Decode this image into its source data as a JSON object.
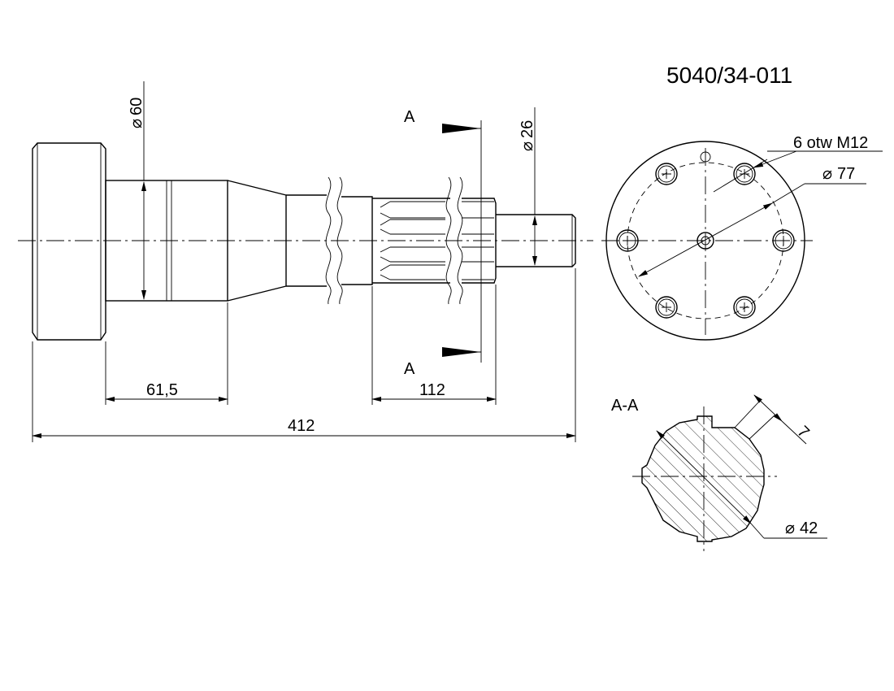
{
  "part_number": "5040/34-011",
  "dimensions": {
    "total_length": "412",
    "segment_a": "61,5",
    "segment_b": "112",
    "diameter_collar": "60",
    "diameter_tip": "26",
    "diameter_bolt_circle": "77",
    "diameter_spline": "42",
    "spline_width": "7",
    "holes": "6 otw M12"
  },
  "section": {
    "marker": "A",
    "marker_lower": "A",
    "view_label": "A-A"
  },
  "diameter_symbol": "⌀"
}
